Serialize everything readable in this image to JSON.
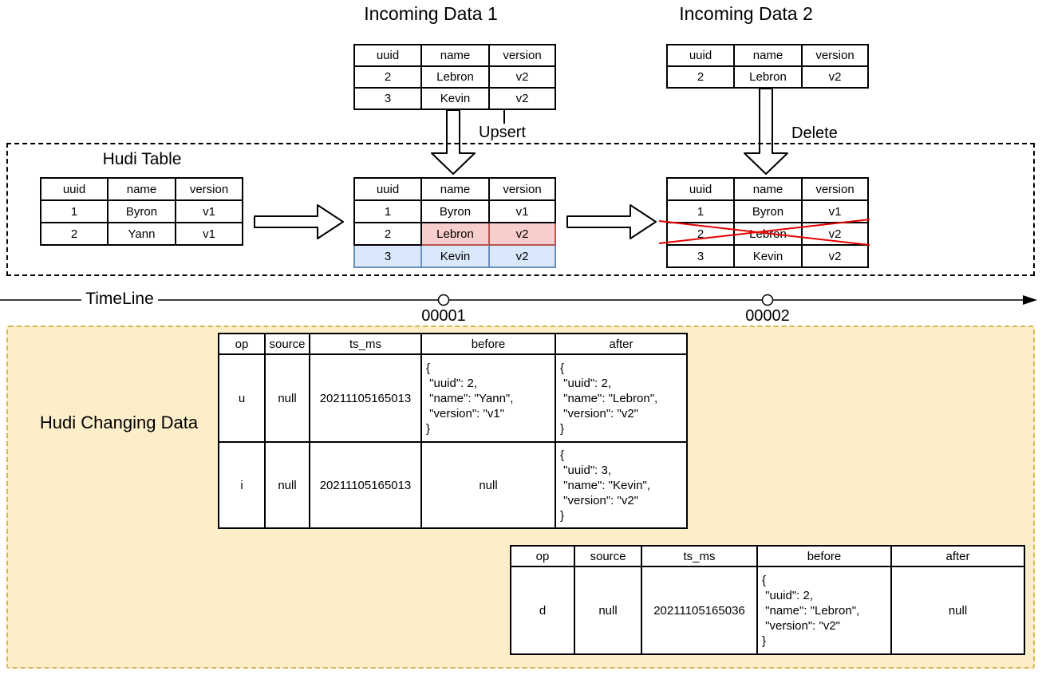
{
  "colors": {
    "update_fill": "#f8cecc",
    "update_border": "#b85450",
    "insert_fill": "#dae8fc",
    "insert_border": "#6c8ebf",
    "panel_fill": "#fdeeca",
    "panel_border": "#d6b656",
    "cross": "#e60000"
  },
  "incoming1": {
    "title": "Incoming Data 1",
    "headers": [
      "uuid",
      "name",
      "version"
    ],
    "rows": [
      [
        "2",
        "Lebron",
        "v2"
      ],
      [
        "3",
        "Kevin",
        "v2"
      ]
    ],
    "arrow_label": "Upsert"
  },
  "incoming2": {
    "title": "Incoming Data 2",
    "headers": [
      "uuid",
      "name",
      "version"
    ],
    "rows": [
      [
        "2",
        "Lebron",
        "v2"
      ]
    ],
    "arrow_label": "Delete"
  },
  "hudi": {
    "title": "Hudi Table",
    "headers": [
      "uuid",
      "name",
      "version"
    ],
    "initial_rows": [
      [
        "1",
        "Byron",
        "v1"
      ],
      [
        "2",
        "Yann",
        "v1"
      ]
    ],
    "after_upsert_rows": [
      [
        "1",
        "Byron",
        "v1"
      ],
      [
        "2",
        "Lebron",
        "v2"
      ],
      [
        "3",
        "Kevin",
        "v2"
      ]
    ],
    "after_delete_rows": [
      [
        "1",
        "Byron",
        "v1"
      ],
      [
        "2",
        "Lebron",
        "v2"
      ],
      [
        "3",
        "Kevin",
        "v2"
      ]
    ]
  },
  "timeline": {
    "label": "TimeLine",
    "marker1": "00001",
    "marker2": "00002"
  },
  "changing": {
    "title": "Hudi Changing Data",
    "headers": [
      "op",
      "source",
      "ts_ms",
      "before",
      "after"
    ],
    "table1_rows": [
      {
        "op": "u",
        "source": "null",
        "ts_ms": "20211105165013",
        "before": "{\n \"uuid\": 2,\n \"name\": \"Yann\",\n \"version\": \"v1\"\n}",
        "after": "{\n \"uuid\": 2,\n \"name\": \"Lebron\",\n \"version\": \"v2\"\n}"
      },
      {
        "op": "i",
        "source": "null",
        "ts_ms": "20211105165013",
        "before": "null",
        "after": "{\n \"uuid\": 3,\n \"name\": \"Kevin\",\n \"version\": \"v2\"\n}"
      }
    ],
    "table2_rows": [
      {
        "op": "d",
        "source": "null",
        "ts_ms": "20211105165036",
        "before": "{\n \"uuid\": 2,\n \"name\": \"Lebron\",\n \"version\": \"v2\"\n}",
        "after": "null"
      }
    ]
  }
}
